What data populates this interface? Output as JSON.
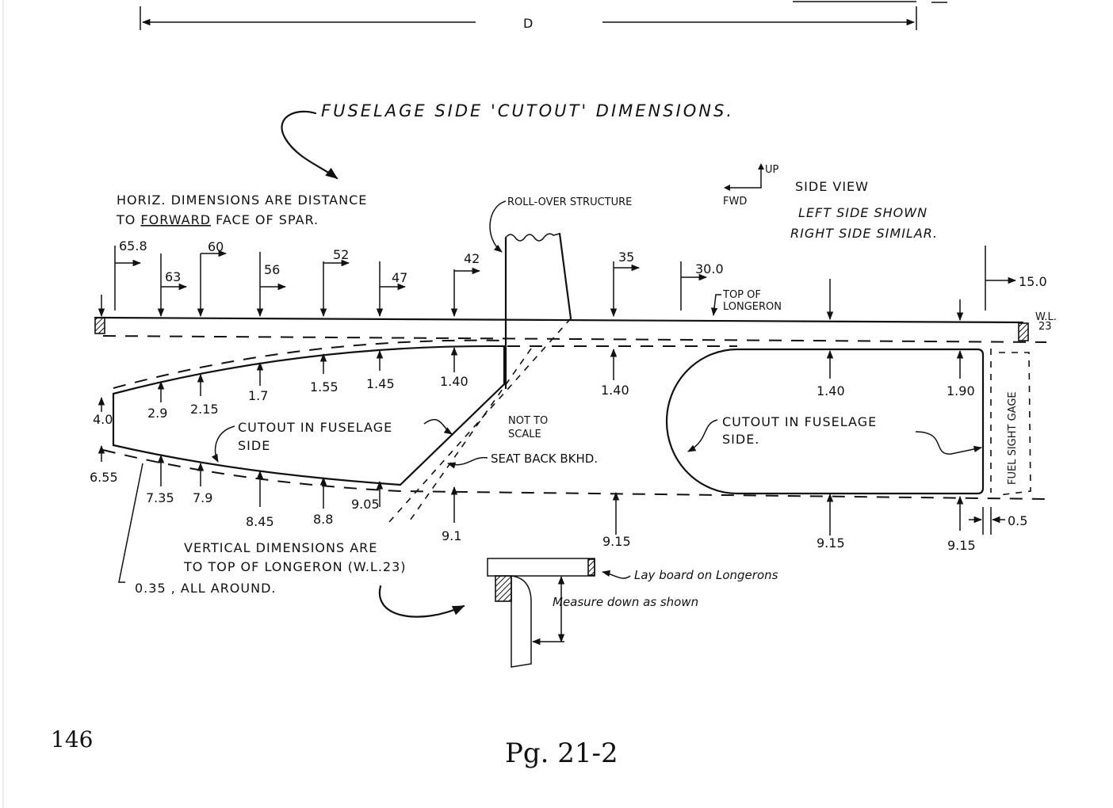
{
  "title": "FUSELAGE SIDE 'CUTOUT' DIMENSIONS.",
  "top_dimension_label": "D",
  "notes": {
    "horiz_line1": "HORIZ. DIMENSIONS ARE DISTANCE",
    "horiz_line2_prefix": "TO ",
    "horiz_line2_underlined": "FORWARD",
    "horiz_line2_suffix": " FACE OF SPAR.",
    "rollover": "ROLL-OVER STRUCTURE",
    "orientation_up": "UP",
    "orientation_fwd": "FWD",
    "side_view": "SIDE VIEW",
    "left_side": "LEFT SIDE SHOWN",
    "right_side": "RIGHT SIDE SIMILAR.",
    "top_of_longeron_1": "TOP OF",
    "top_of_longeron_2": "LONGERON",
    "wl_1": "W.L.",
    "wl_2": "23",
    "cutout_fwd_1": "CUTOUT IN FUSELAGE",
    "cutout_fwd_2": "SIDE",
    "not_to_scale_1": "NOT TO",
    "not_to_scale_2": "SCALE",
    "seat_back": "SEAT BACK BKHD.",
    "cutout_aft_1": "CUTOUT IN FUSELAGE",
    "cutout_aft_2": "SIDE.",
    "fuel_sight_gage": "FUEL SIGHT GAGE",
    "vertical_1": "VERTICAL DIMENSIONS ARE",
    "vertical_2": "TO TOP OF LONGERON (W.L.23)",
    "all_around": "0.35 , ALL AROUND.",
    "lay_board": "Lay board on Longerons",
    "measure_down": "Measure down as shown"
  },
  "horizontal_stations": [
    "65.8",
    "63",
    "60",
    "56",
    "52",
    "47",
    "42",
    "35",
    "30.0",
    "15.0"
  ],
  "top_offsets_forward": [
    "4.0",
    "2.9",
    "2.15",
    "1.7",
    "1.55",
    "1.45",
    "1.40"
  ],
  "top_offsets_aft": [
    "1.40",
    "1.40",
    "1.90"
  ],
  "bottom_offsets_forward": [
    "6.55",
    "7.35",
    "7.9",
    "8.45",
    "8.8",
    "9.05"
  ],
  "bottom_offsets_aft": [
    "9.1",
    "9.15",
    "9.15",
    "9.15"
  ],
  "gap_dimension": "0.5",
  "page_number": "146",
  "page_label": "Pg. 21-2"
}
